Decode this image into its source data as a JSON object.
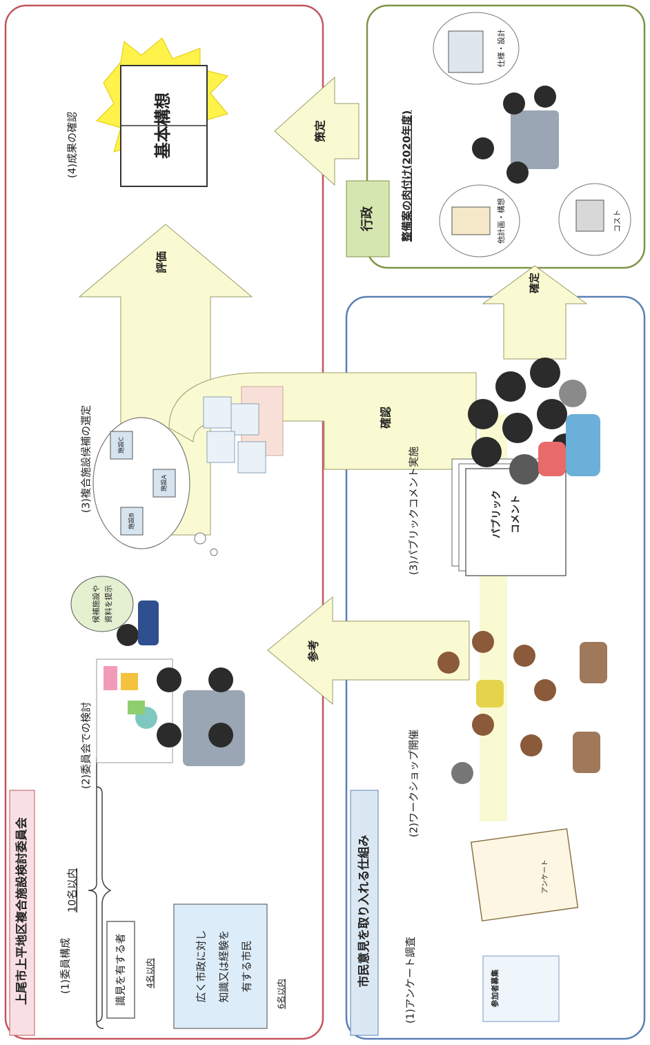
{
  "committee": {
    "title": "上尾市上平地区複合施設検討委員会",
    "composition_heading": "(1)委員構成",
    "member_experts": "識見を有する者",
    "member_experts_count": "4名以内",
    "member_citizens_line1": "広く市政に対し",
    "member_citizens_line2": "知識又は経験を",
    "member_citizens_line3": "有する市民",
    "member_citizens_count": "6名以内",
    "total": "10名以内",
    "review_heading": "(2)委員会での検討",
    "speech_line1": "候補施設や",
    "speech_line2": "資料を提示",
    "select_heading": "(3)複合施設候補の選定",
    "facility_a": "施設A",
    "facility_b": "施設B",
    "facility_c": "施設C",
    "confirm_heading": "(4)成果の確認",
    "evaluate_label": "評価",
    "book_title": "基本構想"
  },
  "citizens": {
    "title": "市民意見を取り入れる仕組み",
    "survey_heading": "(1)アンケート調査",
    "recruit_flyer": "参加者募集",
    "questionnaire": "アンケート",
    "workshop_heading": "(2)ワークショップ開催",
    "reference_label": "参考",
    "comment_heading": "(3)パブリックコメント実施",
    "comment_doc_line1": "パブリック",
    "comment_doc_line2": "コメント",
    "check_label": "確認",
    "finalize_label": "確定"
  },
  "admin": {
    "label": "行政",
    "formulate_label": "策定",
    "plan_heading": "整備案の肉付け(2020年度)",
    "bubble_spec": "仕様・設計",
    "bubble_layout": "他計画・構想",
    "bubble_cost": "コスト"
  },
  "colors": {
    "committee_border": "#c2555c",
    "citizens_border": "#5b7fb5",
    "admin_border": "#7d9444",
    "arrow_fill": "#fafad2",
    "arrow_stroke": "#9a9a6a",
    "committee_tab_fill": "#f8dfe3",
    "citizens_tab_fill": "#dbe8f4",
    "citizen_box_fill": "#dcecf8",
    "admin_tab_fill": "#d6e6b0",
    "burst_fill": "#fff24a"
  }
}
